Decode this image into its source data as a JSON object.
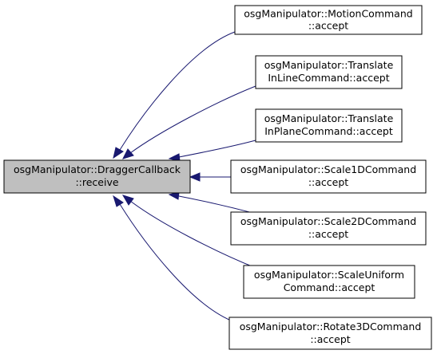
{
  "graph": {
    "colors": {
      "edge": "#191970",
      "main_fill": "#bfbfbf",
      "node_fill": "#ffffff",
      "border": "#000000"
    },
    "main_node": {
      "line1": "osgManipulator::DraggerCallback",
      "line2": "::receive"
    },
    "callers": [
      {
        "line1": "osgManipulator::MotionCommand",
        "line2": "::accept"
      },
      {
        "line1": "osgManipulator::Translate",
        "line2": "InLineCommand::accept"
      },
      {
        "line1": "osgManipulator::Translate",
        "line2": "InPlaneCommand::accept"
      },
      {
        "line1": "osgManipulator::Scale1DCommand",
        "line2": "::accept"
      },
      {
        "line1": "osgManipulator::Scale2DCommand",
        "line2": "::accept"
      },
      {
        "line1": "osgManipulator::ScaleUniform",
        "line2": "Command::accept"
      },
      {
        "line1": "osgManipulator::Rotate3DCommand",
        "line2": "::accept"
      }
    ]
  }
}
